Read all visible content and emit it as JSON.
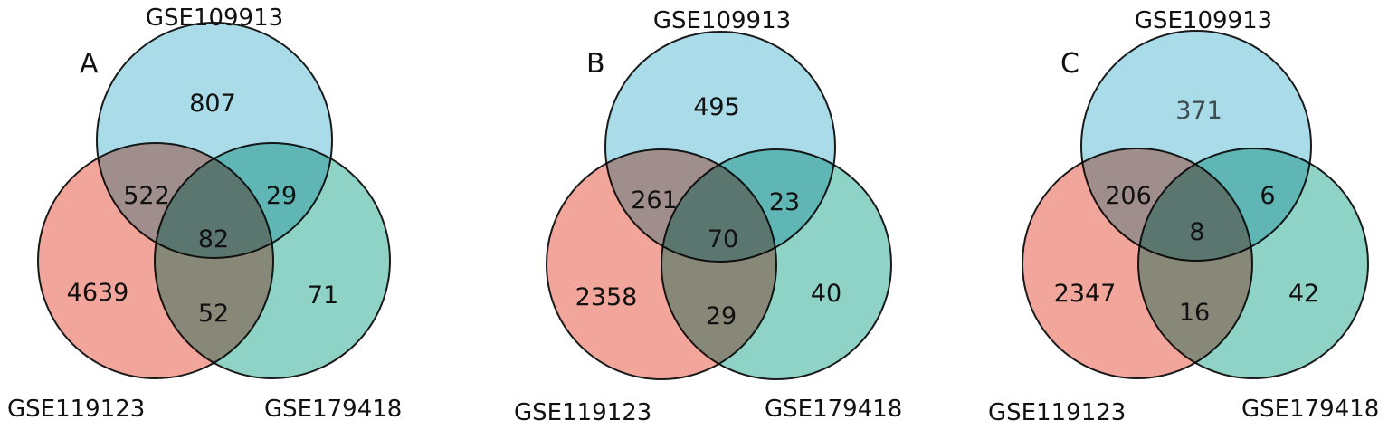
{
  "colors": {
    "top": "#a9dce8",
    "left": "#f2a59b",
    "right": "#8fd3c6",
    "stroke": "#1a1a1a"
  },
  "panels": [
    {
      "letter": "A",
      "labels": {
        "top": "GSE109913",
        "left": "GSE119123",
        "right": "GSE179418"
      },
      "counts": {
        "top_only": "807",
        "left_only": "4639",
        "right_only": "71",
        "top_left": "522",
        "top_right": "29",
        "left_right": "52",
        "all": "82"
      }
    },
    {
      "letter": "B",
      "labels": {
        "top": "GSE109913",
        "left": "GSE119123",
        "right": "GSE179418"
      },
      "counts": {
        "top_only": "495",
        "left_only": "2358",
        "right_only": "40",
        "top_left": "261",
        "top_right": "23",
        "left_right": "29",
        "all": "70"
      }
    },
    {
      "letter": "C",
      "labels": {
        "top": "GSE109913",
        "left": "GSE119123",
        "right": "GSE179418"
      },
      "counts": {
        "top_only": "371",
        "left_only": "2347",
        "right_only": "42",
        "top_left": "206",
        "top_right": "6",
        "left_right": "16",
        "all": "8"
      }
    }
  ]
}
